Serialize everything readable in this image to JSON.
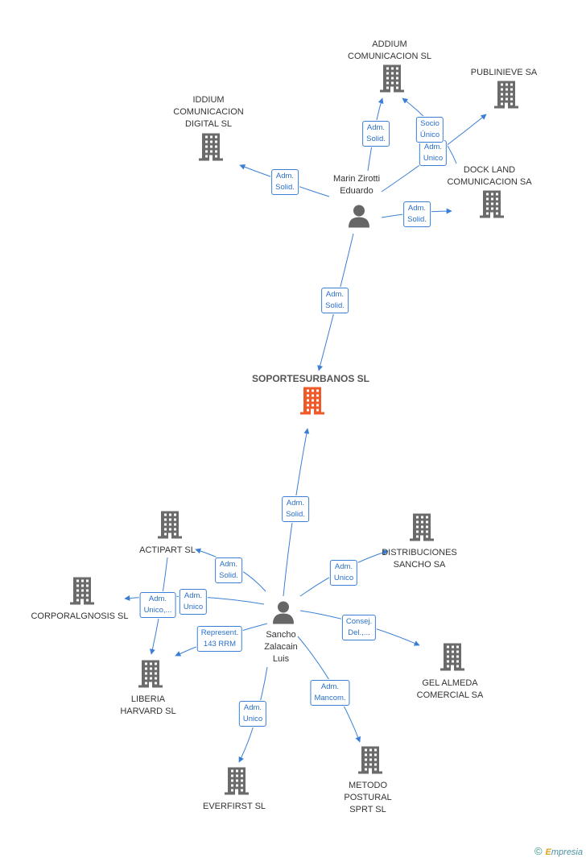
{
  "colors": {
    "edge": "#3a7fd5",
    "company": "#6b6b6b",
    "focus_company": "#f05a28",
    "person": "#666666"
  },
  "nodes": [
    {
      "id": "soportes",
      "kind": "company-focus",
      "label": "SOPORTESURBANOS SL"
    },
    {
      "id": "marin",
      "kind": "person",
      "label": "Marin Zirotti\nEduardo"
    },
    {
      "id": "sancho",
      "kind": "person",
      "label": "Sancho\nZalacain\nLuis"
    },
    {
      "id": "addium",
      "kind": "company",
      "label": "ADDIUM\nCOMUNICACION SL"
    },
    {
      "id": "publinieve",
      "kind": "company",
      "label": "PUBLINIEVE SA"
    },
    {
      "id": "iddium",
      "kind": "company",
      "label": "IDDIUM\nCOMUNICACION\nDIGITAL SL"
    },
    {
      "id": "dockland",
      "kind": "company",
      "label": "DOCK LAND\nCOMUNICACION SA"
    },
    {
      "id": "actipart",
      "kind": "company",
      "label": "ACTIPART SL"
    },
    {
      "id": "distribuciones",
      "kind": "company",
      "label": "DISTRIBUCIONES\nSANCHO SA"
    },
    {
      "id": "corporalgnosis",
      "kind": "company",
      "label": "CORPORALGNOSIS SL"
    },
    {
      "id": "gelalmeda",
      "kind": "company",
      "label": "GEL ALMEDA\nCOMERCIAL SA"
    },
    {
      "id": "liberia",
      "kind": "company",
      "label": "LIBERIA\nHARVARD SL"
    },
    {
      "id": "everfirst",
      "kind": "company",
      "label": "EVERFIRST SL"
    },
    {
      "id": "metodo",
      "kind": "company",
      "label": "METODO\nPOSTURAL\nSPRT SL"
    }
  ],
  "edges": [
    {
      "from": "marin",
      "to": "soportes",
      "label": "Adm.\nSolid."
    },
    {
      "from": "marin",
      "to": "addium",
      "label": "Adm.\nSolid."
    },
    {
      "from": "marin",
      "to": "publinieve",
      "label": "Adm.\nUnico"
    },
    {
      "from": "dockland",
      "to": "addium",
      "label": "Socio\nÚnico"
    },
    {
      "from": "marin",
      "to": "iddium",
      "label": "Adm.\nSolid."
    },
    {
      "from": "marin",
      "to": "dockland",
      "label": "Adm.\nSolid."
    },
    {
      "from": "sancho",
      "to": "soportes",
      "label": "Adm.\nSolid."
    },
    {
      "from": "sancho",
      "to": "actipart",
      "label": "Adm.\nSolid."
    },
    {
      "from": "sancho",
      "to": "corporalgnosis",
      "label": "Adm.\nUnico"
    },
    {
      "from": "actipart",
      "to": "liberia",
      "label": "Adm.\nUnico,..."
    },
    {
      "from": "sancho",
      "to": "distribuciones",
      "label": "Adm.\nUnico"
    },
    {
      "from": "sancho",
      "to": "gelalmeda",
      "label": "Consej.\nDel.,..."
    },
    {
      "from": "sancho",
      "to": "liberia",
      "label": "Represent.\n143 RRM"
    },
    {
      "from": "sancho",
      "to": "everfirst",
      "label": "Adm.\nUnico"
    },
    {
      "from": "sancho",
      "to": "metodo",
      "label": "Adm.\nMancom."
    }
  ],
  "footer": {
    "copyright": "©",
    "brand_initial": "E",
    "brand_rest": "mpresia"
  }
}
